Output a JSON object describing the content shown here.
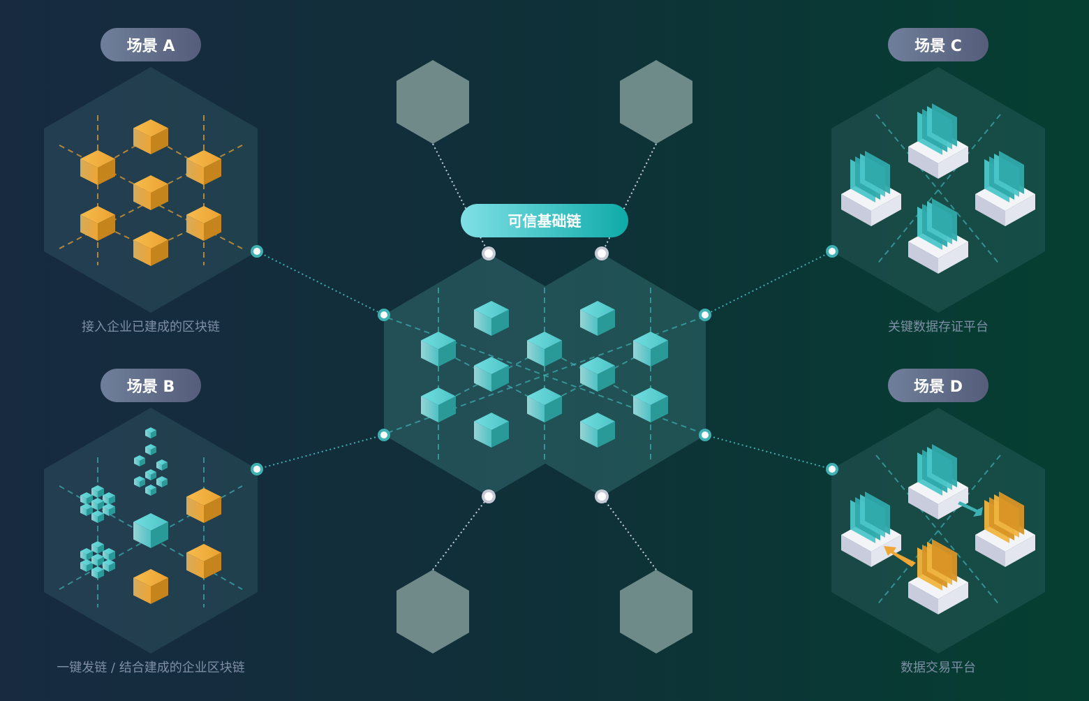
{
  "center": {
    "title": "可信基础链"
  },
  "scenarios": [
    {
      "label": "场景 A",
      "caption": "接入企业已建成的区块链"
    },
    {
      "label": "场景 B",
      "caption": "一键发链 / 结合建成的企业区块链"
    },
    {
      "label": "场景 C",
      "caption": "关键数据存证平台"
    },
    {
      "label": "场景 D",
      "caption": "数据交易平台"
    }
  ],
  "colors": {
    "teal": "#4fc6c8",
    "orange": "#eea737",
    "node": "#ffffff",
    "gray_hex": "#809a98"
  }
}
